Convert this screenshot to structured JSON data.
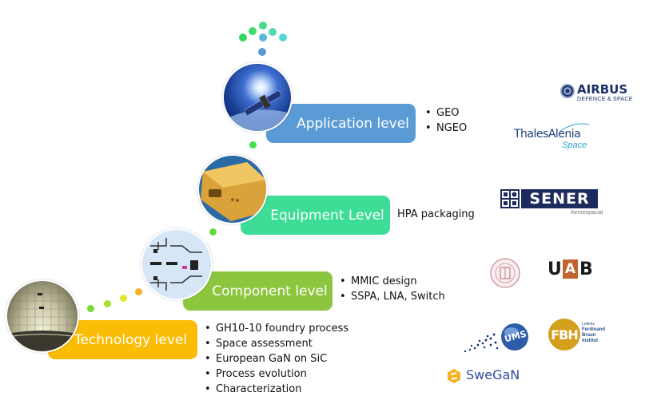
{
  "levels": [
    {
      "id": "application",
      "label": "Application level",
      "color": "#5b9bd5",
      "items": [
        "GEO",
        "NGEO"
      ],
      "image": "satellite-earth-image"
    },
    {
      "id": "equipment",
      "label": "Equipment Level",
      "color": "#3ddc97",
      "text": "HPA packaging",
      "image": "hpa-module-image"
    },
    {
      "id": "component",
      "label": "Component level",
      "color": "#8cc63f",
      "items": [
        "MMIC design",
        "SSPA, LNA, Switch"
      ],
      "image": "mmic-layout-image"
    },
    {
      "id": "technology",
      "label": "Technology level",
      "color": "#fbbc05",
      "items": [
        "GH10-10 foundry process",
        "Space assessment",
        "European GaN on SiC",
        "Process evolution",
        "Characterization"
      ],
      "image": "wafer-image"
    }
  ],
  "logos": {
    "airbus": {
      "name": "AIRBUS",
      "sub": "DEFENCE & SPACE"
    },
    "thales": {
      "name1": "Thales",
      "name2": "Alenia",
      "sub": "Space"
    },
    "sener": {
      "name": "SENER",
      "sub": "Aeroespacial"
    },
    "uab": {
      "u": "U",
      "a": "A",
      "b": "B"
    },
    "ums": {
      "name": "UMS"
    },
    "fbh": {
      "name": "FBH",
      "line0": "Leibniz",
      "line1": "Ferdinand",
      "line2": "Braun",
      "line3": "Institut"
    },
    "swegan": {
      "name": "SweGaN"
    }
  }
}
